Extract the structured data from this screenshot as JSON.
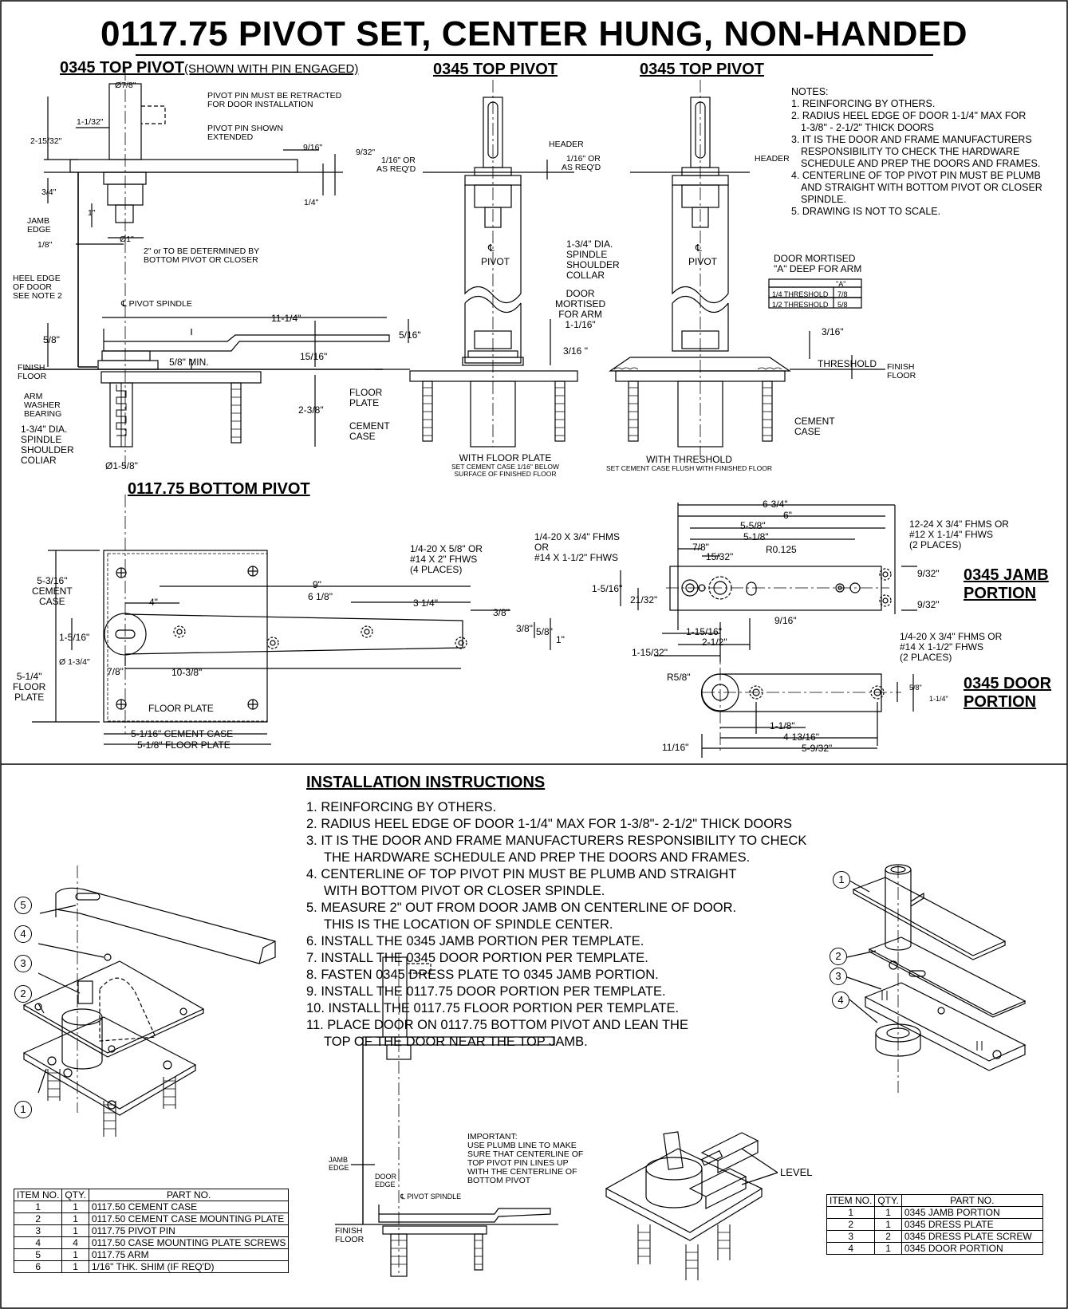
{
  "title": "0117.75 PIVOT SET, CENTER HUNG, NON-HANDED",
  "headings": {
    "top_pivot_1": "0345 TOP PIVOT",
    "top_pivot_1_sub": "(SHOWN WITH PIN ENGAGED)",
    "top_pivot_2": "0345 TOP PIVOT",
    "top_pivot_3": "0345 TOP PIVOT",
    "bottom_pivot": "0117.75 BOTTOM PIVOT",
    "jamb_portion_1": "0345 JAMB",
    "jamb_portion_2": "PORTION",
    "door_portion_1": "0345 DOOR",
    "door_portion_2": "PORTION",
    "installation": "INSTALLATION INSTRUCTIONS"
  },
  "notes": [
    "NOTES:",
    "1. REINFORCING BY OTHERS.",
    "2. RADIUS HEEL EDGE OF DOOR 1-1/4\" MAX FOR",
    "   1-3/8\" - 2-1/2\" THICK DOORS",
    "3. IT IS THE DOOR AND FRAME MANUFACTURERS",
    "   RESPONSIBILITY TO CHECK THE HARDWARE",
    "   SCHEDULE AND PREP THE DOORS AND FRAMES.",
    "4. CENTERLINE OF TOP PIVOT PIN MUST BE PLUMB",
    "   AND STRAIGHT WITH BOTTOM PIVOT OR CLOSER",
    "   SPINDLE.",
    "5. DRAWING IS NOT TO SCALE."
  ],
  "installation_steps": [
    "1. REINFORCING BY OTHERS.",
    "2. RADIUS HEEL EDGE OF DOOR 1-1/4\" MAX FOR 1-3/8\"- 2-1/2\" THICK DOORS",
    "3. IT IS THE DOOR AND FRAME MANUFACTURERS RESPONSIBILITY TO CHECK",
    "THE HARDWARE SCHEDULE AND PREP THE DOORS AND FRAMES.",
    "4. CENTERLINE OF TOP PIVOT PIN MUST BE PLUMB AND STRAIGHT",
    "WITH BOTTOM  PIVOT OR CLOSER SPINDLE.",
    "5. MEASURE 2\" OUT FROM DOOR JAMB ON CENTERLINE OF DOOR.",
    "THIS IS THE LOCATION OF SPINDLE CENTER.",
    "6. INSTALL THE 0345 JAMB PORTION PER TEMPLATE.",
    "7. INSTALL THE 0345 DOOR PORTION PER TEMPLATE.",
    "8. FASTEN 0345 DRESS PLATE TO 0345 JAMB PORTION.",
    "9. INSTALL THE 0117.75 DOOR PORTION PER TEMPLATE.",
    "10. INSTALL THE 0117.75 FLOOR PORTION PER TEMPLATE.",
    "11. PLACE DOOR ON 0117.75 BOTTOM PIVOT AND LEAN THE",
    "TOP OF THE DOOR NEAR THE TOP JAMB."
  ],
  "labels": {
    "pin_retracted": "PIVOT PIN MUST BE RETRACTED",
    "pin_retracted_2": "FOR DOOR INSTALLATION",
    "pin_extended": "PIVOT PIN SHOWN",
    "pin_extended_2": "EXTENDED",
    "d_7_8": "Ø7/8\"",
    "d_1_1_32": "1-1/32\"",
    "d_2_15_32": "2-15/32\"",
    "d_9_16": "9/16\"",
    "d_9_32": "9/32\"",
    "d_1_16_or": "1/16\" OR",
    "as_reqd": "AS REQ'D",
    "d_3_4": "3/4\"",
    "d_1": "1\"",
    "d_1_4": "1/4\"",
    "jamb_edge": "JAMB",
    "jamb_edge_2": "EDGE",
    "d_ø1": "Ø1\"",
    "d_1_8": "1/8\"",
    "two_inch": "2\" or TO BE DETERMINED BY",
    "two_inch_2": "BOTTOM PIVOT OR CLOSER",
    "heel_edge": "HEEL EDGE",
    "heel_edge_2": "OF DOOR",
    "heel_edge_3": "SEE NOTE 2",
    "pivot_spindle": "℄ PIVOT SPINDLE",
    "d_11_1_4": "11-1/4\"",
    "d_5_8": "5/8\"",
    "d_5_16": "5/16\"",
    "d_15_16": "15/16\"",
    "d_5_8_min": "5/8\" MIN.",
    "finish_floor": "FINISH",
    "finish_floor_2": "FLOOR",
    "arm_washer": "ARM",
    "arm_washer_2": "WASHER",
    "arm_washer_3": "BEARING",
    "collar_1": "1-3/4\" DIA.",
    "collar_2": "SPINDLE",
    "collar_3": "SHOULDER",
    "collar_4": "COLIAR",
    "d_2_3_8": "2-3/8\"",
    "d_ø1_5_8": "Ø1-5/8\"",
    "header": "HEADER",
    "cl": "℄",
    "pivot": "PIVOT",
    "collar_b1": "1-3/4\" DIA.",
    "collar_b2": "SPINDLE",
    "collar_b3": "SHOULDER",
    "collar_b4": "COLLAR",
    "door_mortised_1": "DOOR",
    "door_mortised_2": "MORTISED",
    "door_mortised_3": "FOR ARM",
    "d_1_1_16": "1-1/16\"",
    "d_3_16b": "3/16 \"",
    "floor_plate": "FLOOR",
    "floor_plate_2": "PLATE",
    "cement_case": "CEMENT",
    "cement_case_2": "CASE",
    "with_floor_plate": "WITH FLOOR PLATE",
    "with_floor_plate_2": "SET CEMENT CASE 1/16\" BELOW",
    "with_floor_plate_3": "SURFACE OF FINISHED FLOOR",
    "door_mortised_a": "DOOR MORTISED",
    "door_mortised_a2": "\"A\" DEEP FOR ARM",
    "table_a": "\"A\"",
    "thr_14": "1/4 THRESHOLD",
    "thr_14_v": "7/8",
    "thr_12": "1/2 THRESHOLD",
    "thr_12_v": "5/8",
    "d_3_16": "3/16\"",
    "threshold": "THRESHOLD",
    "with_threshold": "WITH THRESHOLD",
    "with_threshold_2": "SET CEMENT CASE FLUSH WITH FINISHED FLOOR",
    "d_5_3_16": "5-3/16\"",
    "cement_case_b": "CEMENT",
    "cement_case_b2": "CASE",
    "d_5_1_4": "5-1/4\"",
    "floor_plate_b": "FLOOR",
    "floor_plate_b2": "PLATE",
    "d_4": "4\"",
    "d_9": "9\"",
    "d_6_1_8": "6 1/8\"",
    "d_3_1_4": "3 1/4\"",
    "d_3_8": "3/8\"",
    "d_3_8b": "3/8\"",
    "d_5_8b": "5/8\"",
    "d_1b": "1\"",
    "d_1_5_16": "1-5/16\"",
    "d_ø1_3_4": "Ø 1-3/4\"",
    "d_7_8b": "7/8\"",
    "d_10_3_8": "10-3/8\"",
    "floor_plate_label": "FLOOR PLATE",
    "screws_1": "1/4-20 X 5/8\" OR",
    "screws_2": "#14 X 2\" FHWS",
    "screws_3": "(4 PLACES)",
    "d_5_1_16": "5-1/16\" CEMENT CASE",
    "d_5_1_8": "5-1/8\" FLOOR PLATE",
    "j_6_3_4": "6-3/4\"",
    "j_6": "6\"",
    "j_5_5_8": "5-5/8\"",
    "j_5_1_8": "5-1/8\"",
    "j_7_8": "7/8\"",
    "j_15_32": "15/32\"",
    "j_r0125": "R0.125",
    "j_fhms_1": "1/4-20 X 3/4\" FHMS",
    "j_fhms_2": "OR",
    "j_fhms_3": "#14 X 1-1/2\" FHWS",
    "j_1224_1": "12-24 X 3/4\" FHMS OR",
    "j_1224_2": "#12 X 1-1/4\" FHWS",
    "j_1224_3": "(2 PLACES)",
    "j_1_5_16": "1-5/16\"",
    "j_21_32": "21/32\"",
    "j_9_32a": "9/32\"",
    "j_9_32b": "9/32\"",
    "j_9_16": "9/16\"",
    "j_1_15_16": "1-15/16\"",
    "j_2_1_2": "2-1/2\"",
    "j_1_15_32": "1-15/32\"",
    "dp_1": "1/4-20 X 3/4\" FHMS OR",
    "dp_2": "#14 X 1-1/2\" FHWS",
    "dp_3": "(2 PLACES)",
    "dp_r58": "R5/8\"",
    "dp_58": "5/8\"",
    "dp_114": "1-1/4\"",
    "dp_118": "1-1/8\"",
    "dp_41316": "4-13/16\"",
    "dp_1116": "11/16\"",
    "dp_5932": "5-9/32\"",
    "imp_1": "IMPORTANT:",
    "imp_2": "USE PLUMB LINE TO MAKE",
    "imp_3": "SURE THAT CENTERLINE OF",
    "imp_4": "TOP PIVOT PIN LINES UP",
    "imp_5": "WITH THE CENTERLINE OF",
    "imp_6": "BOTTOM PIVOT",
    "small_jamb": "JAMB",
    "small_jamb_2": "EDGE",
    "small_door": "DOOR",
    "small_door_2": "EDGE",
    "small_spindle": "℄ PIVOT SPINDLE",
    "small_finish": "FINISH",
    "small_finish_2": "FLOOR",
    "level": "LEVEL"
  },
  "callouts_left": [
    "5",
    "4",
    "3",
    "2",
    "1"
  ],
  "callouts_right": [
    "1",
    "2",
    "3",
    "4"
  ],
  "table_left": {
    "headers": [
      "ITEM NO.",
      "QTY.",
      "PART NO."
    ],
    "rows": [
      [
        "1",
        "1",
        "0117.50 CEMENT CASE"
      ],
      [
        "2",
        "1",
        "0117.50 CEMENT CASE MOUNTING PLATE"
      ],
      [
        "3",
        "1",
        "0117.75 PIVOT PIN"
      ],
      [
        "4",
        "4",
        "0117.50 CASE MOUNTING PLATE SCREWS"
      ],
      [
        "5",
        "1",
        "0117.75 ARM"
      ],
      [
        "6",
        "1",
        "1/16\" THK. SHIM (IF REQ'D)"
      ]
    ]
  },
  "table_right": {
    "headers": [
      "ITEM NO.",
      "QTY.",
      "PART NO."
    ],
    "rows": [
      [
        "1",
        "1",
        "0345 JAMB PORTION"
      ],
      [
        "2",
        "1",
        "0345 DRESS PLATE"
      ],
      [
        "3",
        "2",
        "0345 DRESS PLATE SCREW"
      ],
      [
        "4",
        "1",
        "0345 DOOR PORTION"
      ]
    ]
  }
}
